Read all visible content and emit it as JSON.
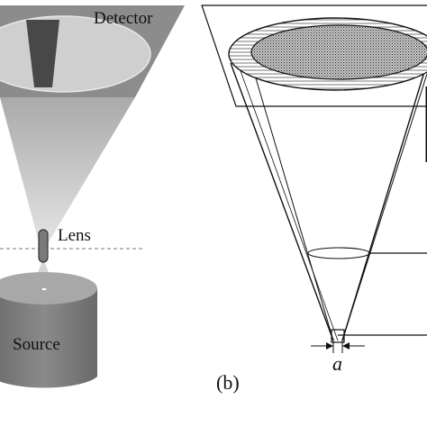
{
  "panel_a": {
    "detector_label": "Detector",
    "lens_label": "Lens",
    "source_label": "Source"
  },
  "panel_b": {
    "panel_label": "(b)",
    "aperture_label": "a"
  }
}
